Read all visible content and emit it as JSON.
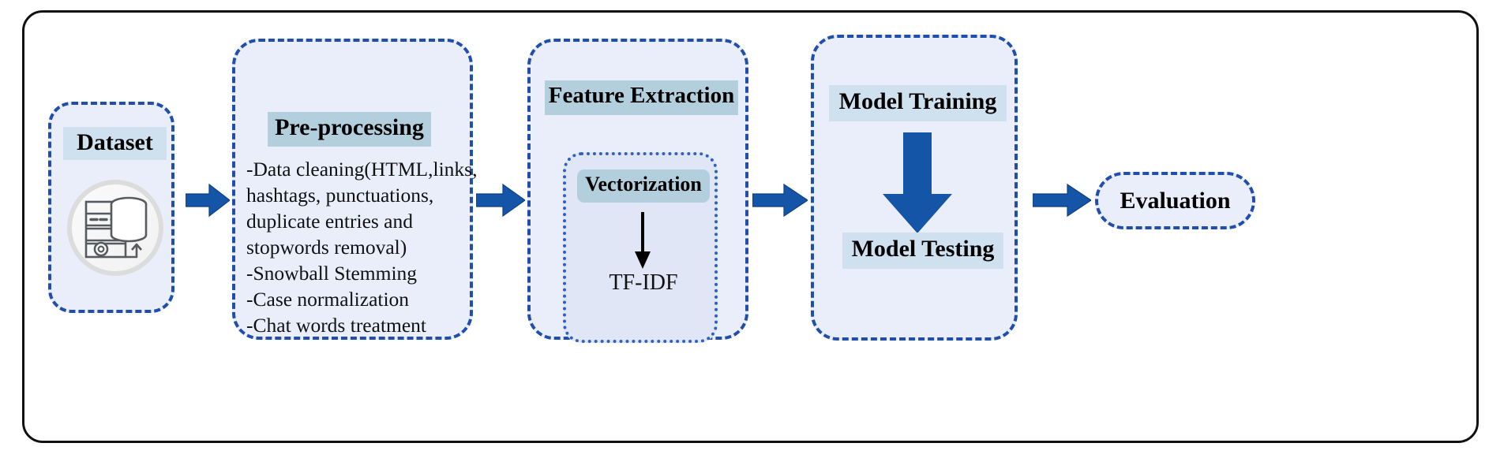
{
  "diagram": {
    "title": "Sentiment analysis pipeline flowchart",
    "colors": {
      "stage_border": "#1F4EAD",
      "stage_fill": "#EAEEFA",
      "chip_light": "#CFE0EF",
      "chip_dark": "#B3CEDC",
      "arrow_blue": "#1555A8",
      "inner_fill": "#E1E6F6",
      "frame_border": "#111111"
    }
  },
  "stages": {
    "dataset": {
      "label": "Dataset",
      "icon": "database-server-icon"
    },
    "preprocessing": {
      "label": "Pre-processing",
      "lines": [
        "-Data cleaning(HTML,links,",
        "hashtags, punctuations,",
        "duplicate entries and",
        "stopwords removal)",
        "-Snowball Stemming",
        "-Case normalization",
        "-Chat words treatment"
      ]
    },
    "feature_extraction": {
      "label": "Feature Extraction",
      "inner": {
        "label": "Vectorization",
        "output": "TF-IDF"
      }
    },
    "model": {
      "training_label": "Model Training",
      "testing_label": "Model Testing"
    },
    "evaluation": {
      "label": "Evaluation"
    }
  },
  "arrows": {
    "dataset_to_preprocessing": "arrow-right",
    "preprocessing_to_feature": "arrow-right",
    "feature_to_model": "arrow-right",
    "model_to_evaluation": "arrow-right",
    "vectorization_to_tfidf": "arrow-down",
    "training_to_testing": "arrow-down"
  }
}
